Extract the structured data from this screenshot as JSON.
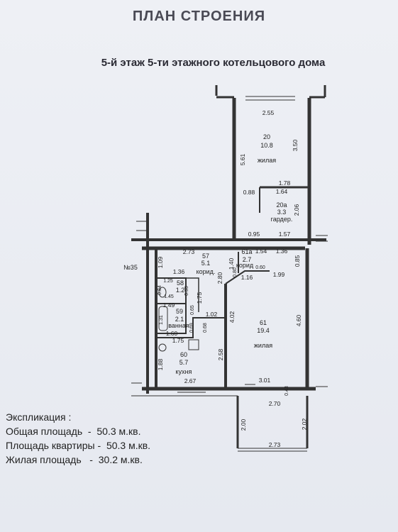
{
  "title": "ПЛАН СТРОЕНИЯ",
  "subtitle": "5-й этаж 5-ти этажного котельцового дома",
  "plan": {
    "stair_label": "№35",
    "rooms": [
      {
        "id": "20",
        "number": "20",
        "area": "10.8",
        "name": "жилая"
      },
      {
        "id": "20a",
        "number": "20а",
        "area": "3.3",
        "name": "гардер."
      },
      {
        "id": "57",
        "number": "57",
        "area": "5.1",
        "name": "корид."
      },
      {
        "id": "61a",
        "number": "61а",
        "area": "2.7",
        "name": "корид"
      },
      {
        "id": "58",
        "number": "58",
        "area": "1.2"
      },
      {
        "id": "59",
        "number": "59",
        "area": "2.1",
        "name": "ванная"
      },
      {
        "id": "60",
        "number": "60",
        "area": "5.7",
        "name": "кухня"
      },
      {
        "id": "61",
        "number": "61",
        "area": "19.4",
        "name": "жилая"
      }
    ],
    "dimensions": {
      "d_255": "2.55",
      "d_561": "5.61",
      "d_350": "3.50",
      "d_178": "1.78",
      "d_088": "0.88",
      "d_164": "1.64",
      "d_206": "2.06",
      "d_095": "0.95",
      "d_157": "1.57",
      "d_273": "2.73",
      "d_154": "1.54",
      "d_136a": "1.36",
      "d_109": "1.09",
      "d_140": "1.40",
      "d_080": "0.80",
      "d_085": "0.85",
      "d_136b": "1.36",
      "d_280": "2.80",
      "d_199": "1.99",
      "d_060": "0.60",
      "d_116": "1.16",
      "d_125": "1.25",
      "d_095b": "0.95",
      "d_145": "1.45",
      "d_084": "0.84",
      "d_175a": "1.75",
      "d_149": "1.49",
      "d_065": "0.65",
      "d_131": "1.31",
      "d_102": "1.02",
      "d_402": "4.02",
      "d_460": "4.60",
      "d_069": "0.69",
      "d_068": "0.68",
      "d_160": "1.60",
      "d_175b": "1.75",
      "d_188": "1.88",
      "d_258": "2.58",
      "d_267": "2.67",
      "d_301": "3.01",
      "d_043": "0.43",
      "d_270": "2.70",
      "d_200": "2.00",
      "d_202": "2.02",
      "d_273b": "2.73"
    }
  },
  "explication": {
    "heading": "Экспликация :",
    "rows": [
      {
        "label": "Общая площадь",
        "sep": "  -  ",
        "value": "50.3 м.кв."
      },
      {
        "label": "Площадь квартиры",
        "sep": " -  ",
        "value": "50.3 м.кв."
      },
      {
        "label": "Жилая площадь",
        "sep": "   -  ",
        "value": "30.2 м.кв."
      }
    ]
  }
}
